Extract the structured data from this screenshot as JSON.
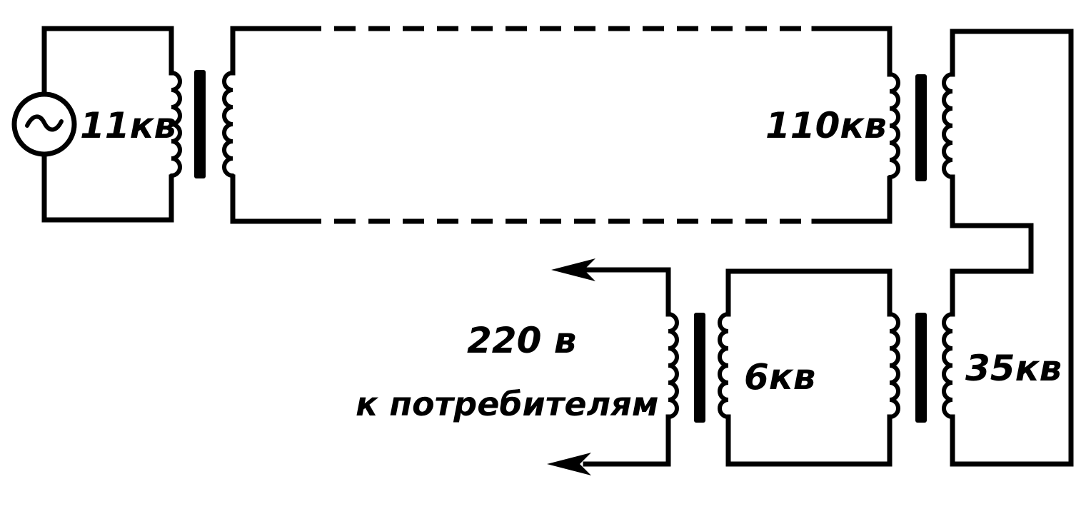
{
  "generator": {
    "symbol": "~",
    "icon": "ac-generator-icon"
  },
  "labels": {
    "generator_voltage": "11кв",
    "transmission_voltage": "110кв",
    "regional_voltage": "35кв",
    "distribution_voltage": "6кв",
    "consumer_voltage": "220 в",
    "consumer_caption": "к потребителям"
  },
  "colors": {
    "ink": "#000000",
    "background": "#ffffff"
  }
}
